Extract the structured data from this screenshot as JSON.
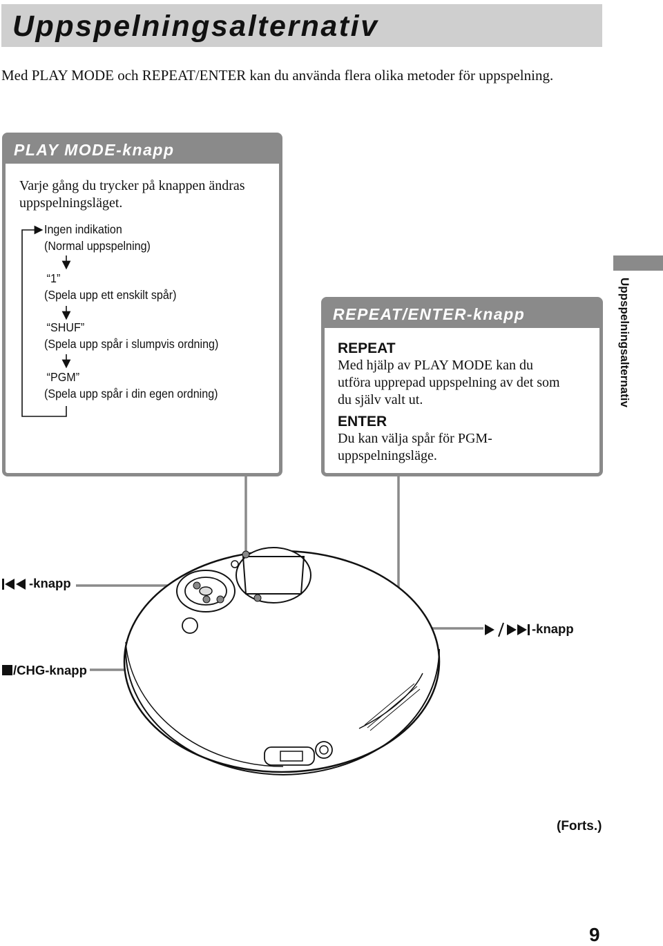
{
  "title": "Uppspelningsalternativ",
  "intro": "Med PLAY MODE och REPEAT/ENTER kan du använda flera olika metoder för uppspelning.",
  "play_mode_box": {
    "header": "PLAY MODE-knapp",
    "description_line1": "Varje gång du trycker på knappen ändras",
    "description_line2": "uppspelningsläget.",
    "modes": [
      {
        "indicator": "Ingen indikation",
        "label": "(Normal uppspelning)"
      },
      {
        "indicator": "“1”",
        "label": "(Spela upp ett enskilt spår)"
      },
      {
        "indicator": "“SHUF”",
        "label": "(Spela upp spår i slumpvis ordning)"
      },
      {
        "indicator": "“PGM”",
        "label": "(Spela upp spår i din egen ordning)"
      }
    ]
  },
  "repeat_enter_box": {
    "header": "REPEAT/ENTER-knapp",
    "repeat_title": "REPEAT",
    "repeat_line1": "Med hjälp av PLAY MODE kan du",
    "repeat_line2": "utföra upprepad uppspelning av det som",
    "repeat_line3": "du själv valt ut.",
    "enter_title": "ENTER",
    "enter_line1": "Du kan välja spår för PGM-",
    "enter_line2": "uppspelningsläge."
  },
  "side_tab_text": "Uppspelningsalternativ",
  "callouts": {
    "prev": "-knapp",
    "next": "-knapp",
    "stop": "/CHG-knapp"
  },
  "forts": "(Forts.)",
  "page_number": "9"
}
